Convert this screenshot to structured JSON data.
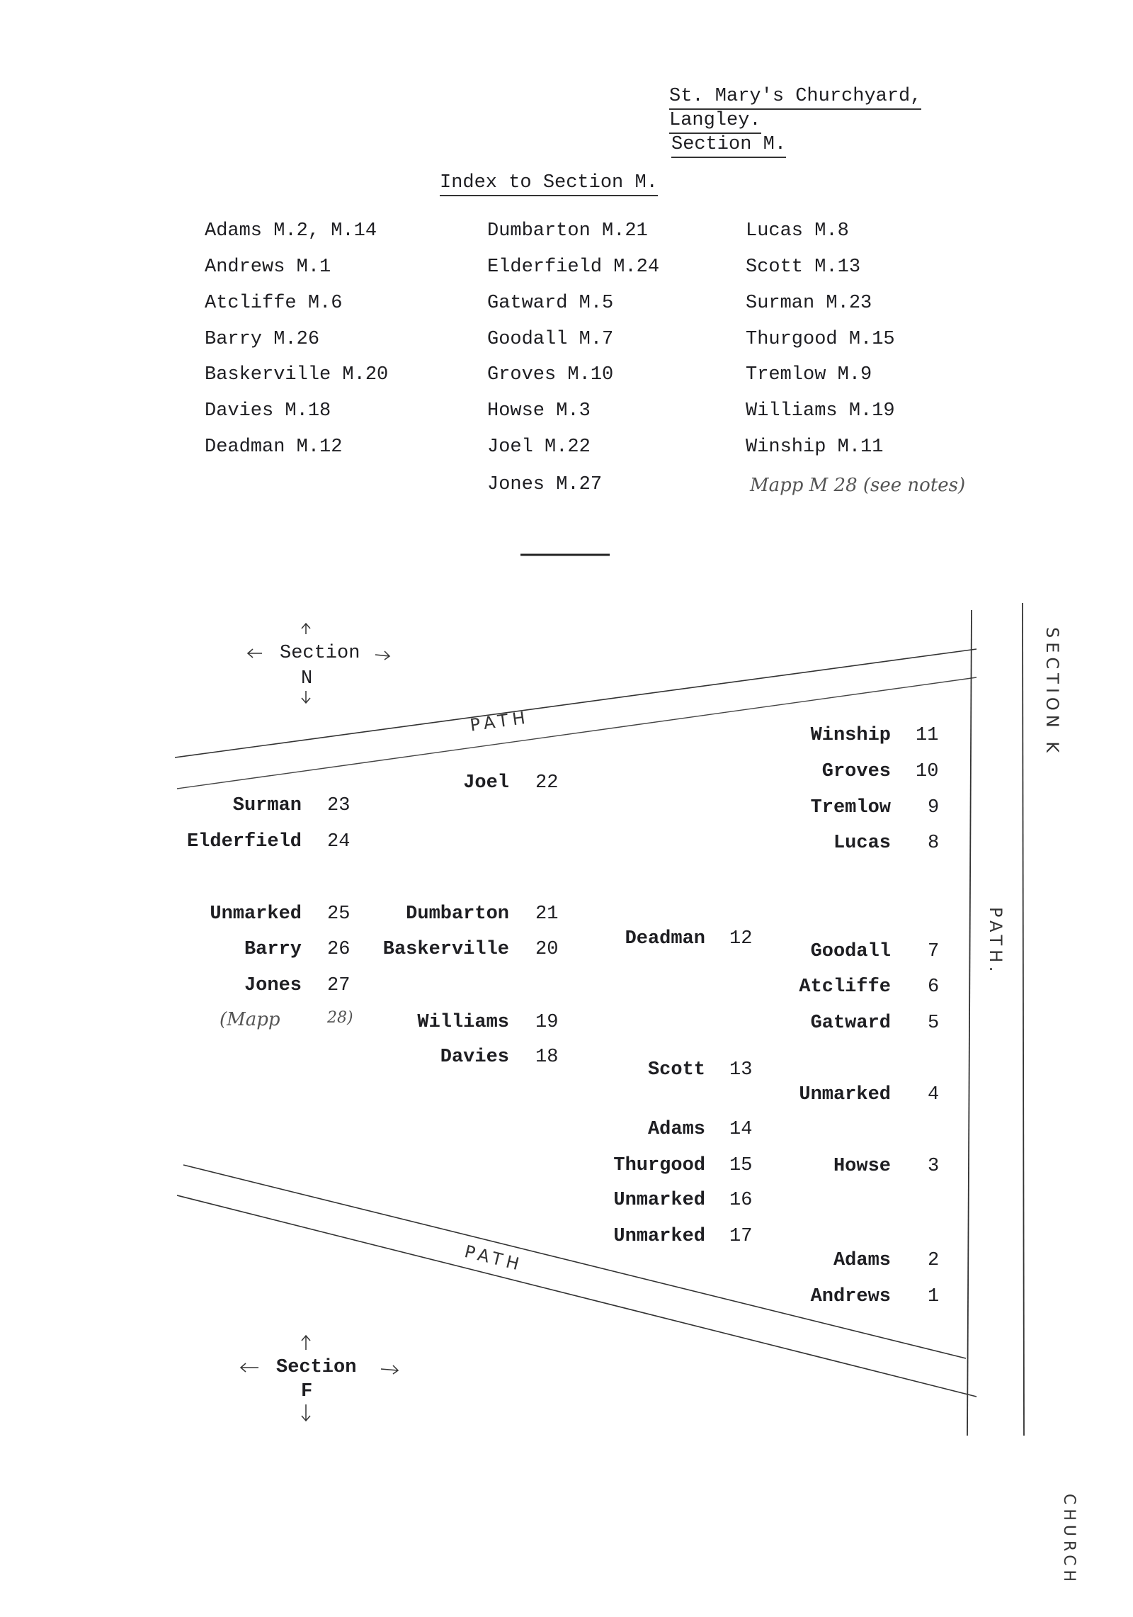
{
  "header": {
    "line1": "St. Mary's Churchyard,",
    "line2": "Langley.",
    "line3": "Section M."
  },
  "index": {
    "title": "Index to Section M.",
    "columns": [
      [
        "Adams  M.2, M.14",
        "Andrews  M.1",
        "Atcliffe  M.6",
        "Barry  M.26",
        "Baskerville  M.20",
        "Davies  M.18",
        "Deadman  M.12"
      ],
      [
        "Dumbarton  M.21",
        "Elderfield  M.24",
        "Gatward  M.5",
        "Goodall  M.7",
        "Groves  M.10",
        "Howse  M.3",
        "Joel  M.22",
        "Jones  M.27"
      ],
      [
        "Lucas  M.8",
        "Scott  M.13",
        "Surman  M.23",
        "Thurgood  M.15",
        "Tremlow  M.9",
        "Williams  M.19",
        "Winship  M.11"
      ]
    ],
    "handwritten_note": "Mapp  M 28  (see notes)"
  },
  "map": {
    "section_n": {
      "label": "Section",
      "letter": "N"
    },
    "section_f": {
      "label": "Section",
      "letter": "F"
    },
    "section_k": "SECTION K",
    "path_label": "PATH",
    "path_vertical": "PATH.",
    "church": "CHURCH",
    "plots": [
      {
        "name": "Andrews",
        "no": "1"
      },
      {
        "name": "Adams",
        "no": "2"
      },
      {
        "name": "Howse",
        "no": "3"
      },
      {
        "name": "Unmarked",
        "no": "4"
      },
      {
        "name": "Gatward",
        "no": "5"
      },
      {
        "name": "Atcliffe",
        "no": "6"
      },
      {
        "name": "Goodall",
        "no": "7"
      },
      {
        "name": "Lucas",
        "no": "8"
      },
      {
        "name": "Tremlow",
        "no": "9"
      },
      {
        "name": "Groves",
        "no": "10"
      },
      {
        "name": "Winship",
        "no": "11"
      },
      {
        "name": "Deadman",
        "no": "12"
      },
      {
        "name": "Scott",
        "no": "13"
      },
      {
        "name": "Adams",
        "no": "14"
      },
      {
        "name": "Thurgood",
        "no": "15"
      },
      {
        "name": "Unmarked",
        "no": "16"
      },
      {
        "name": "Unmarked",
        "no": "17"
      },
      {
        "name": "Davies",
        "no": "18"
      },
      {
        "name": "Williams",
        "no": "19"
      },
      {
        "name": "Baskerville",
        "no": "20"
      },
      {
        "name": "Dumbarton",
        "no": "21"
      },
      {
        "name": "Joel",
        "no": "22"
      },
      {
        "name": "Surman",
        "no": "23"
      },
      {
        "name": "Elderfield",
        "no": "24"
      },
      {
        "name": "Unmarked",
        "no": "25"
      },
      {
        "name": "Barry",
        "no": "26"
      },
      {
        "name": "Jones",
        "no": "27"
      },
      {
        "name": "(Mapp",
        "no": "28)"
      }
    ]
  }
}
